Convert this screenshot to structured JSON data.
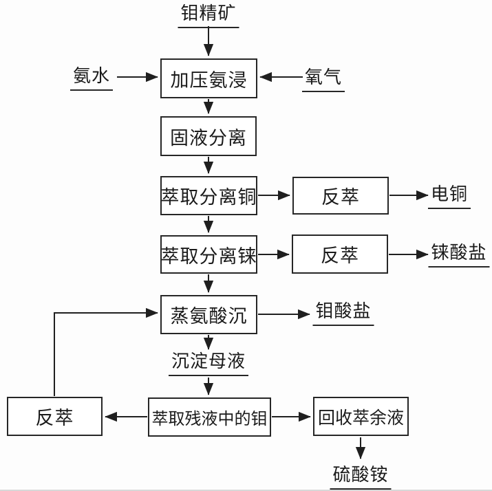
{
  "diagram": {
    "nodes": {
      "mo_concentrate": "钼精矿",
      "ammonia_water": "氨水",
      "oxygen": "氧气",
      "pressure_ammonia_leach": "加压氨浸",
      "solid_liquid_separation": "固液分离",
      "copper_extraction": "萃取分离铜",
      "copper_stripping": "反萃",
      "electrolytic_copper": "电铜",
      "rhenium_extraction": "萃取分离铼",
      "rhenium_stripping": "反萃",
      "rhenate": "铼酸盐",
      "ammonia_evaporation_acid_precipitation": "蒸氨酸沉",
      "molybdate": "钼酸盐",
      "precipitation_mother_liquor": "沉淀母液",
      "mo_extraction_from_raffinate": "萃取残液中的钼",
      "stripping_recycle": "反萃",
      "raffinate_recovery": "回收萃余液",
      "ammonium_sulfate": "硫酸铵"
    },
    "colors": {
      "line": "#1f1f1f",
      "text": "#1a1a1a",
      "box_border": "#262626",
      "background": "#fdfdfd"
    }
  }
}
